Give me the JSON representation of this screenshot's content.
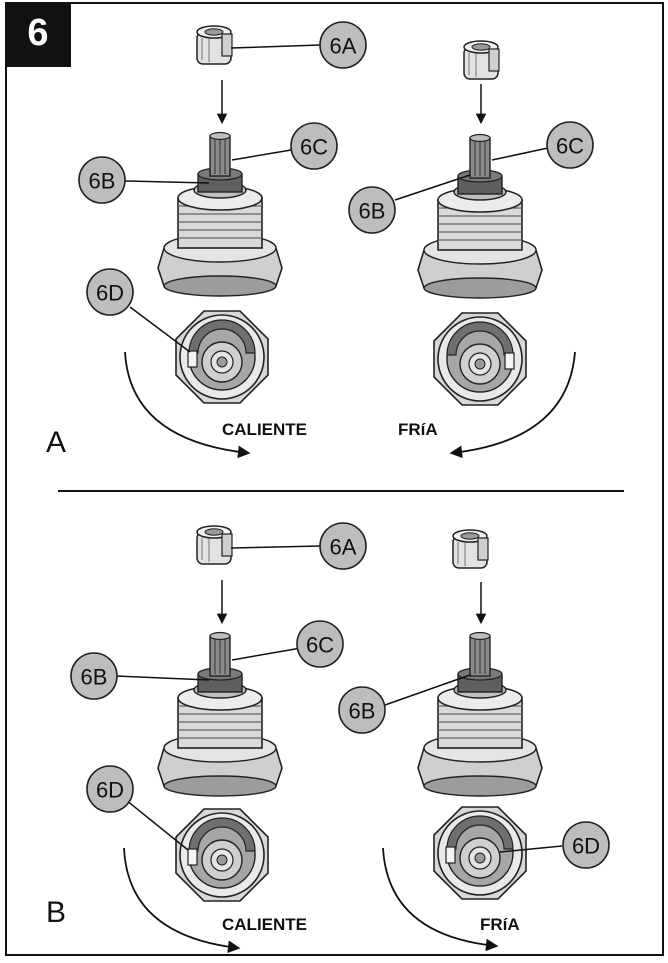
{
  "figure": {
    "step_number": "6",
    "panels": [
      {
        "id": "A",
        "label": "A",
        "hot_label": "CALIENTE",
        "cold_label": "FRíA",
        "callouts": [
          "6A",
          "6B",
          "6C",
          "6B",
          "6C",
          "6D"
        ]
      },
      {
        "id": "B",
        "label": "B",
        "hot_label": "CALIENTE",
        "cold_label": "FRíA",
        "callouts": [
          "6A",
          "6B",
          "6C",
          "6B",
          "6D",
          "6D"
        ]
      }
    ]
  },
  "colors": {
    "callout_fill": "#bdbdbd",
    "metal_light": "#e6e6e6",
    "metal_mid": "#c8c8c8",
    "metal_dark": "#8a8a8a",
    "outline": "#222222",
    "step_badge": "#111111"
  }
}
